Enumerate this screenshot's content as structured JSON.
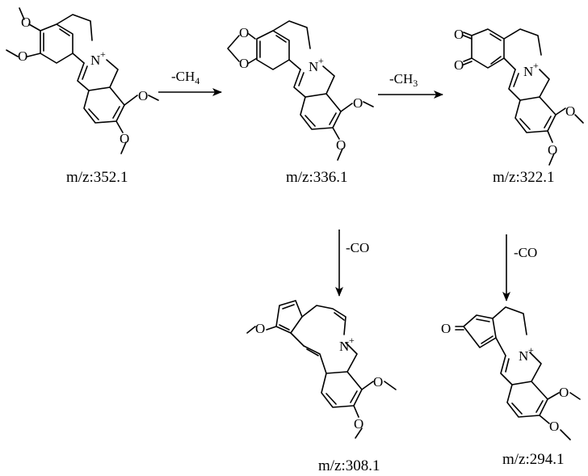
{
  "compounds": [
    {
      "id": "c1",
      "mz": "m/z:352.1"
    },
    {
      "id": "c2",
      "mz": "m/z:336.1"
    },
    {
      "id": "c3",
      "mz": "m/z:322.1"
    },
    {
      "id": "c4",
      "mz": "m/z:308.1"
    },
    {
      "id": "c5",
      "mz": "m/z:294.1"
    }
  ],
  "steps": [
    {
      "id": "s1",
      "label": "-CH",
      "sub": "4"
    },
    {
      "id": "s2",
      "label": "-CH",
      "sub": "3"
    },
    {
      "id": "s3",
      "label": "-CO"
    },
    {
      "id": "s4",
      "label": "-CO"
    }
  ],
  "atoms": {
    "nitrogen": "N",
    "oxygen": "O",
    "charge": "+"
  }
}
